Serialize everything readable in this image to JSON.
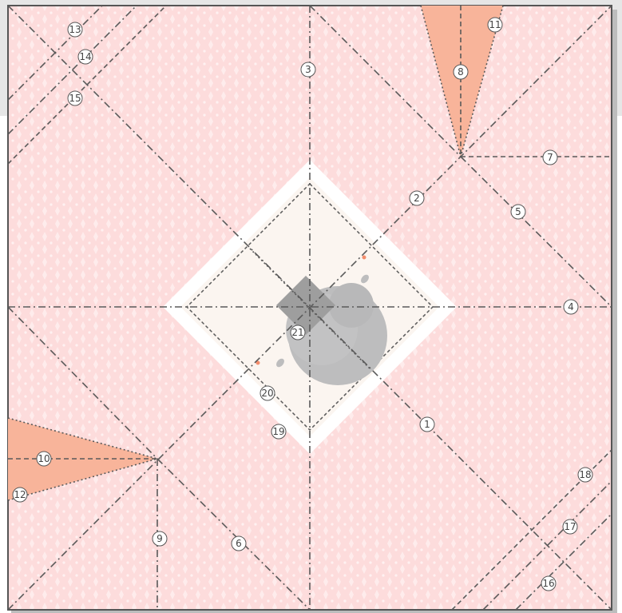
{
  "diagram": {
    "colors": {
      "page_background": "#ffffff",
      "top_band": "#e6e6e6",
      "paper_fill": "#fddcdc",
      "paper_pattern": "#ffffff",
      "paper_border": "#555555",
      "flap_fill": "#f8b49a",
      "center_white": "#ffffff",
      "center_cream": "#fbf5f0",
      "center_gray_light": "#bdbdbe",
      "center_gray_dark": "#9e9e9e",
      "accent_orange": "#f38c6b",
      "fold_line": "#5a5a5a"
    },
    "fold_labels": [
      "1",
      "2",
      "3",
      "4",
      "5",
      "6",
      "7",
      "8",
      "9",
      "10",
      "11",
      "12",
      "13",
      "14",
      "15",
      "16",
      "17",
      "18",
      "19",
      "20",
      "21"
    ]
  }
}
